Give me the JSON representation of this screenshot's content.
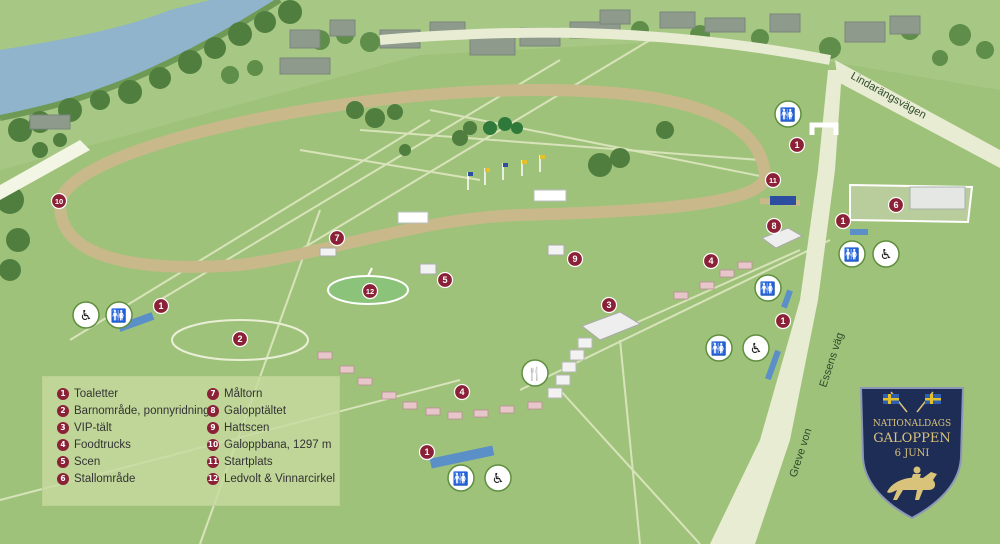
{
  "legend": {
    "items": [
      {
        "num": "1",
        "label": "Toaletter"
      },
      {
        "num": "2",
        "label": "Barnområde, ponnyridning"
      },
      {
        "num": "3",
        "label": "VIP-tält"
      },
      {
        "num": "4",
        "label": "Foodtrucks"
      },
      {
        "num": "5",
        "label": "Scen"
      },
      {
        "num": "6",
        "label": "Stallområde"
      },
      {
        "num": "7",
        "label": "Måltorn"
      },
      {
        "num": "8",
        "label": "Galopptältet"
      },
      {
        "num": "9",
        "label": "Hattscen"
      },
      {
        "num": "10",
        "label": "Galoppbana, 1297 m"
      },
      {
        "num": "11",
        "label": "Startplats"
      },
      {
        "num": "12",
        "label": "Ledvolt & Vinnarcirkel"
      }
    ]
  },
  "roads": {
    "road1": "Lindarängsvägen",
    "road2_line1": "Greve von",
    "road2_line2": "Essens väg"
  },
  "markers": {
    "m1": "1",
    "m2": "2",
    "m3": "3",
    "m4": "4",
    "m5": "5",
    "m6": "6",
    "m7": "7",
    "m8": "8",
    "m9": "9",
    "m10": "10",
    "m11": "11",
    "m12": "12"
  },
  "badge": {
    "line1": "NATIONALDAGS",
    "line2": "GALOPPEN",
    "line3": "6 JUNI"
  },
  "colors": {
    "grass": "#9fc27a",
    "track": "#c9b98a",
    "marker": "#8b2136",
    "badge": "#1e2d55",
    "water": "#8fb4cc"
  }
}
